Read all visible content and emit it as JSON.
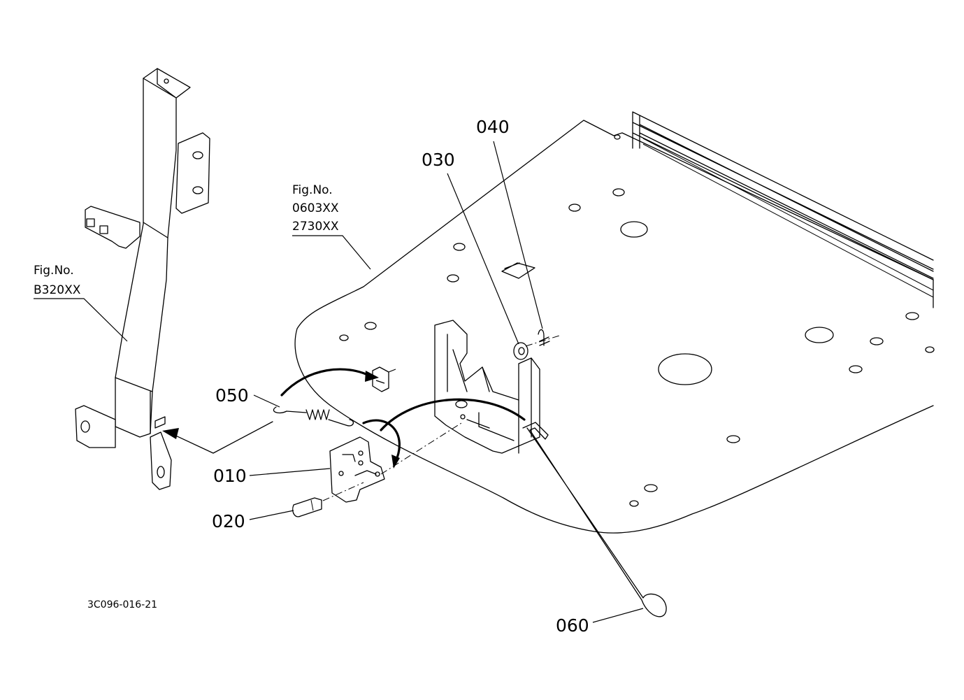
{
  "figure_references": [
    {
      "id": "fig-b320",
      "lines": [
        "Fig.No.",
        "B320XX"
      ]
    },
    {
      "id": "fig-0603",
      "lines": [
        "Fig.No.",
        "0603XX",
        "2730XX"
      ]
    }
  ],
  "parts": [
    {
      "number": "010"
    },
    {
      "number": "020"
    },
    {
      "number": "030"
    },
    {
      "number": "040"
    },
    {
      "number": "050"
    },
    {
      "number": "060"
    }
  ],
  "drawing_number": "3C096-016-21",
  "colors": {
    "line": "#000000",
    "background": "#ffffff"
  }
}
